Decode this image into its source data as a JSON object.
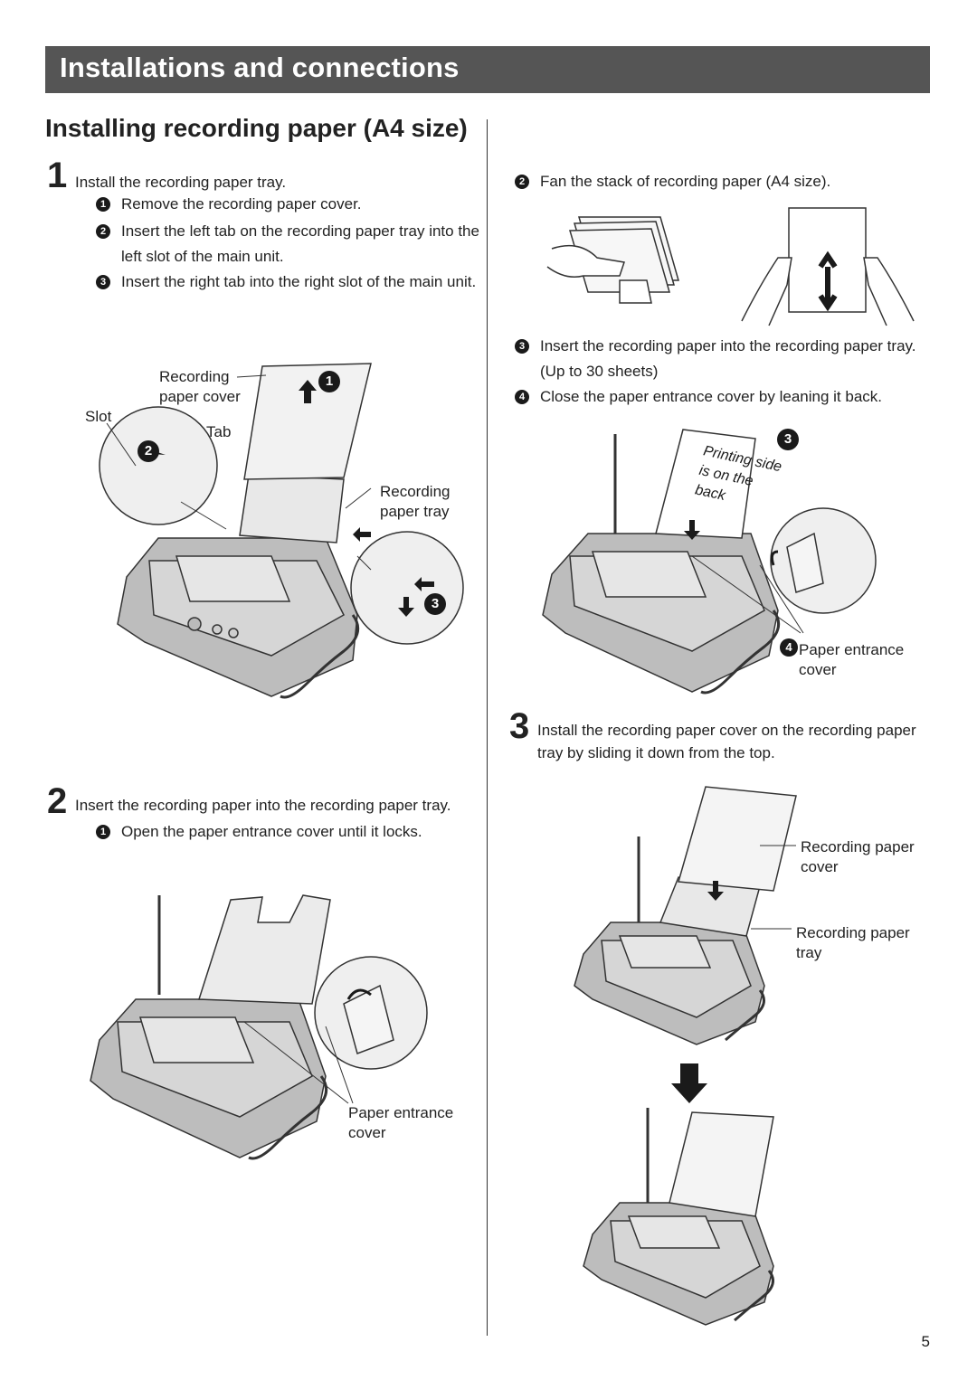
{
  "header": {
    "title": "Installations and connections"
  },
  "section": {
    "title": "Installing recording paper (A4 size)"
  },
  "step1": {
    "number": "1",
    "text": "Install the recording paper tray.",
    "subs": [
      {
        "num": "1",
        "text": "Remove the recording paper cover."
      },
      {
        "num": "2",
        "text": "Insert the left tab on the recording paper tray into the left slot of the main unit."
      },
      {
        "num": "3",
        "text": "Insert the right tab into the right slot of the main unit."
      }
    ],
    "labels": {
      "recording_paper_cover": "Recording paper cover",
      "slot": "Slot",
      "tab": "Tab",
      "recording_paper_tray": "Recording paper tray"
    },
    "callouts": [
      "1",
      "2",
      "3"
    ]
  },
  "step2": {
    "number": "2",
    "text": "Insert the recording paper into the recording paper tray.",
    "subs": [
      {
        "num": "1",
        "text": "Open the paper entrance cover until it locks."
      },
      {
        "num": "2",
        "text": "Fan the stack of recording paper (A4 size)."
      },
      {
        "num": "3",
        "text": "Insert the recording paper into the recording paper tray. (Up to 30 sheets)"
      },
      {
        "num": "4",
        "text": "Close the paper entrance cover by leaning it back."
      }
    ],
    "labels": {
      "paper_entrance_cover": "Paper entrance cover",
      "printing_side": "Printing side is on the back"
    },
    "callouts": [
      "3",
      "4"
    ]
  },
  "step3": {
    "number": "3",
    "text": "Install the recording paper cover on the recording paper tray by sliding it down from the top.",
    "labels": {
      "recording_paper_cover": "Recording paper cover",
      "recording_paper_tray": "Recording paper tray"
    }
  },
  "page_number": "5"
}
